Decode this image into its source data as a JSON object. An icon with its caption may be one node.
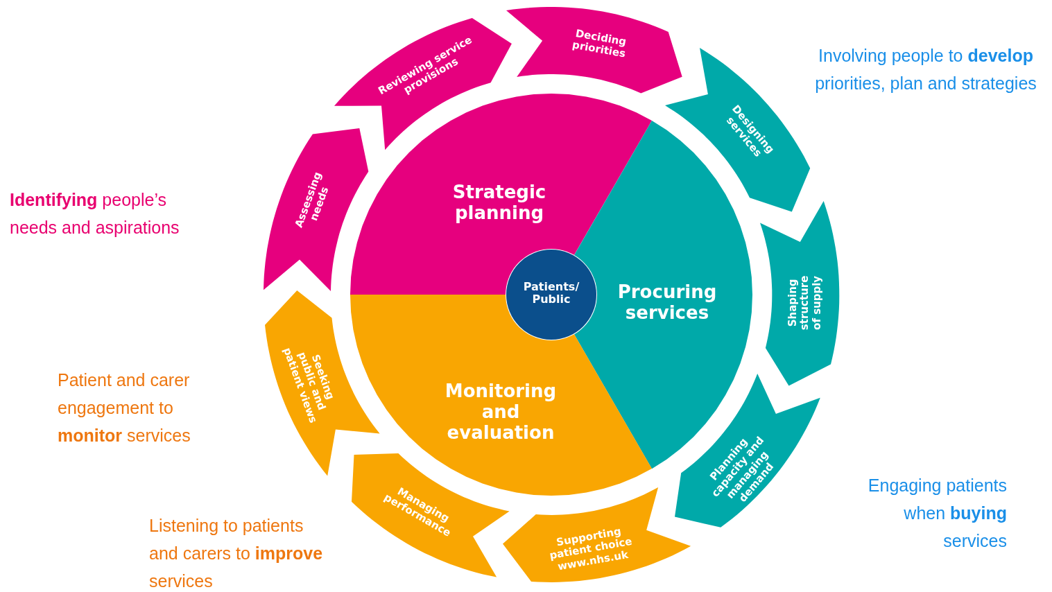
{
  "diagram": {
    "nodes": [
      {
        "text": [
          "Strategic planning"
        ]
      },
      {
        "text": [
          "Procuring services"
        ]
      },
      {
        "text": [
          "Monitoring and evaluation"
        ]
      },
      {
        "text": [
          "Patients/ Public"
        ]
      },
      {
        "text": [
          "Deciding priorities"
        ]
      },
      {
        "text": [
          "Designing services"
        ]
      },
      {
        "text": [
          "Shaping structure of supply"
        ]
      },
      {
        "text": [
          "Planning capacity and managing demand"
        ]
      },
      {
        "text": [
          "Supporting patient choice www.nhs.uk"
        ]
      },
      {
        "text": [
          "Managing performance"
        ]
      },
      {
        "text": [
          "Seeking public and patient views"
        ]
      },
      {
        "text": [
          "Assessing needs"
        ]
      },
      {
        "text": [
          "Reviewing service provisions"
        ]
      }
    ],
    "labels": [
      "Involving people to **develop** priorities, plan and strategies",
      "**Identifying** people’s needs and aspirations",
      "Patient and carer engagement to **monitor** services",
      "Engaging patients when **buying** services",
      "Listening to patients and carers to **improve** services"
    ]
  }
}
